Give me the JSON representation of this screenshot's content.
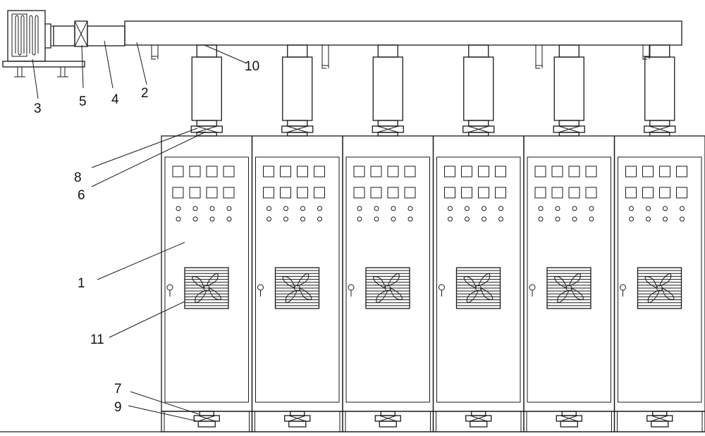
{
  "drawing": {
    "labels": {
      "cabinet": "1",
      "main_duct": "2",
      "blower_unit": "3",
      "connecting_pipe": "4",
      "main_valve": "5",
      "top_valve": "6",
      "bottom_valve": "7",
      "top_flange": "8",
      "bottom_flange": "9",
      "branch_pipe": "10",
      "fan_grille": "11"
    },
    "cabinet_count": 6,
    "colors": {
      "line": "#1a1a1a",
      "background": "#ffffff"
    }
  }
}
